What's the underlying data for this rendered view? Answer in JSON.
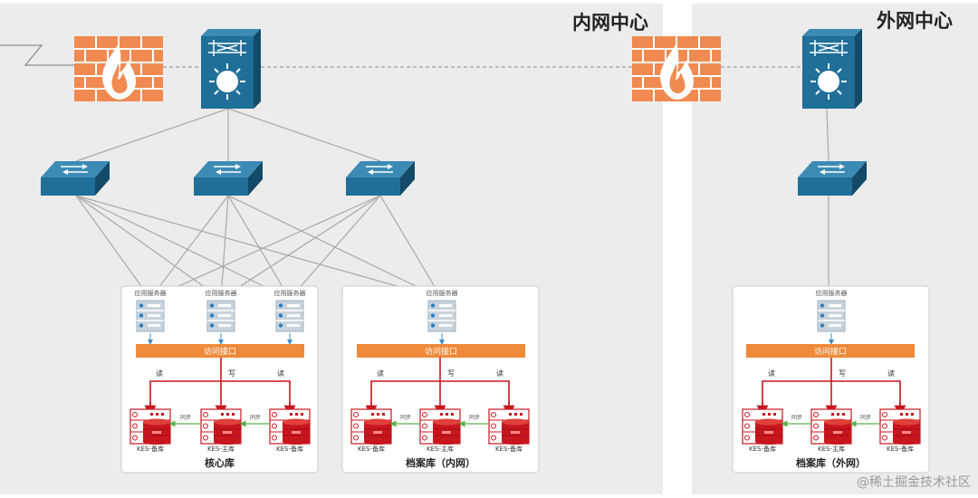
{
  "zones": {
    "intranet_label": "内网中心",
    "extranet_label": "外网中心"
  },
  "cards": [
    {
      "title": "核心库",
      "bus_label": "访问接口",
      "server_labels": [
        "应用服务器",
        "应用服务器",
        "应用服务器"
      ],
      "op_labels": [
        "读",
        "写",
        "读"
      ],
      "sync_labels": [
        "同步",
        "同步"
      ],
      "db_labels": [
        "KES-备库",
        "KES-主库",
        "KES-备库"
      ]
    },
    {
      "title": "档案库（内网）",
      "bus_label": "访问接口",
      "server_labels": [
        "应用服务器"
      ],
      "op_labels": [
        "读",
        "写",
        "读"
      ],
      "sync_labels": [
        "同步",
        "同步"
      ],
      "db_labels": [
        "KES-备库",
        "KES-主库",
        "KES-备库"
      ]
    },
    {
      "title": "档案库（外网）",
      "bus_label": "访问接口",
      "server_labels": [
        "应用服务器"
      ],
      "op_labels": [
        "读",
        "写",
        "读"
      ],
      "sync_labels": [
        "同步",
        "同步"
      ],
      "db_labels": [
        "KES-备库",
        "KES-主库",
        "KES-备库"
      ]
    }
  ],
  "watermark": "@稀土掘金技术社区",
  "colors": {
    "zone_bg": "#ececec",
    "switch_blue": "#1f6f99",
    "firewall_orange": "#f08a50",
    "bus_orange": "#ef8a3a",
    "db_red": "#c8161d",
    "sync_green": "#59b04a",
    "server_gray": "#c9d3dc"
  },
  "icons": [
    "firewall-icon",
    "core-switch-icon",
    "switch-icon",
    "server-icon",
    "database-icon"
  ]
}
